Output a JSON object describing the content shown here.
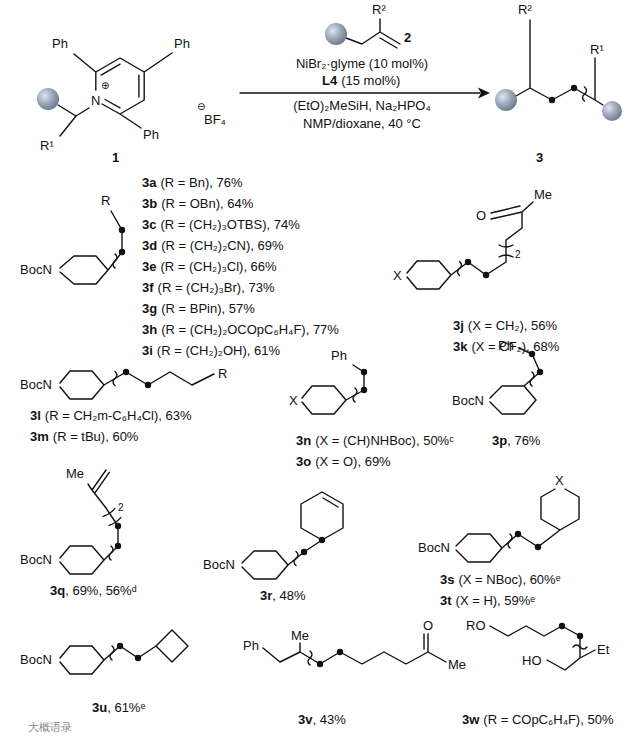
{
  "diagram": {
    "labels": [
      "Ph",
      "Ph",
      "N",
      "⊕",
      "⊖",
      "BF₄",
      "Ph",
      "R¹",
      "1",
      "R²",
      "2",
      "NiBr₂·glyme (10 mol%)",
      "L4",
      "(15 mol%)",
      "(EtO)₂MeSiH, Na₂HPO₄",
      "NMP/dioxane, 40 °C",
      "R²",
      "R¹",
      "3",
      "3a",
      "(R = Bn), 76%",
      "3b",
      "(R = OBn), 64%",
      "3c",
      "(R = (CH₂)₃OTBS), 74%",
      "3d",
      "(R = (CH₂)₂CN), 69%",
      "3e",
      "(R = (CH₂)₃Cl), 66%",
      "3f",
      "(R = (CH₂)₃Br), 73%",
      "3g",
      "(R = BPin), 57%",
      "3h",
      "(R = (CH₂)₂OCOpC₆H₄F), 77%",
      "3i",
      "(R = (CH₂)₂OH), 61%",
      "R",
      "BocN",
      "Me",
      "O",
      "2",
      "X",
      "3j",
      "(X = CH₂), 56%",
      "3k",
      "(X = CF₂), 68%",
      "BocN",
      "R",
      "3l",
      "(R = CH₂m-C₆H₄Cl), 63%",
      "3m",
      "(R = tBu), 60%",
      "Ph",
      "X",
      "3n",
      "(X = (CH)NHBoc), 50%ᶜ",
      "3o",
      "(X = O), 69%",
      "Ph",
      "BocN",
      "3p",
      ", 76%",
      "Me",
      "2",
      "BocN",
      "3q",
      ", 69%, 56%ᵈ",
      "BocN",
      "3r",
      ", 48%",
      "X",
      "BocN",
      "3s",
      "(X = NBoc), 60%ᵉ",
      "3t",
      "(X = H), 59%ᵉ",
      "BocN",
      "3u",
      ", 61%ᵉ",
      "Ph",
      "Me",
      "O",
      "Me",
      "3v",
      ", 43%",
      "RO",
      "Et",
      "HO",
      "3w",
      "(R = COpC₆H₄F), 50%",
      "大概语录"
    ]
  }
}
